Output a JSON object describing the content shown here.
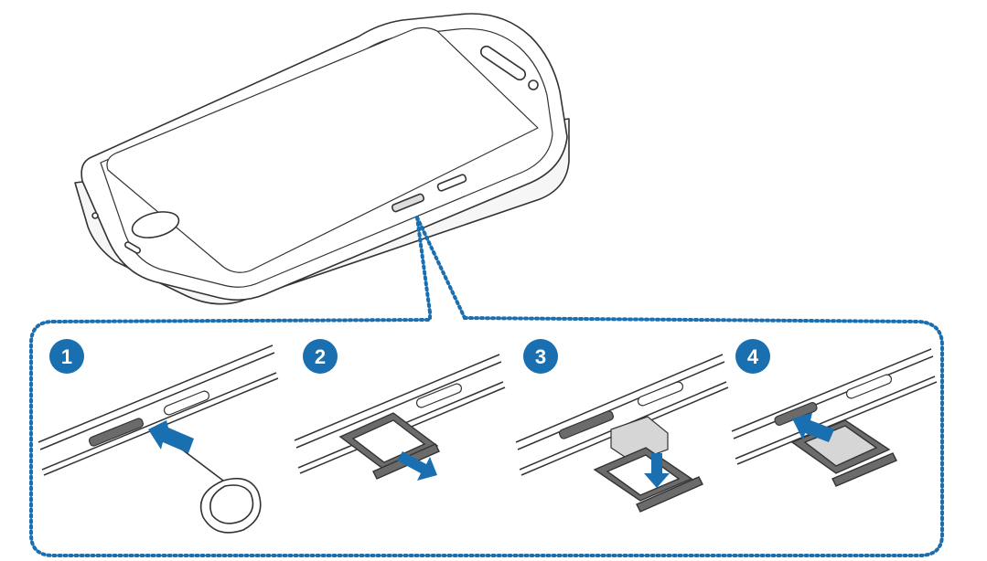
{
  "steps": [
    {
      "number": "1"
    },
    {
      "number": "2"
    },
    {
      "number": "3"
    },
    {
      "number": "4"
    }
  ],
  "colors": {
    "accent_blue": "#1a6fb0",
    "line_dark": "#333333",
    "phone_body": "#ffffff",
    "tray_gray": "#6b6b6b",
    "sim_card_gray": "#d6d6d6"
  },
  "icons": [
    "smartphone-illustration",
    "ejection-pin-icon",
    "insert-arrow-icon",
    "pull-out-arrow-icon",
    "sim-card-icon",
    "place-down-arrow-icon",
    "push-in-arrow-icon"
  ]
}
